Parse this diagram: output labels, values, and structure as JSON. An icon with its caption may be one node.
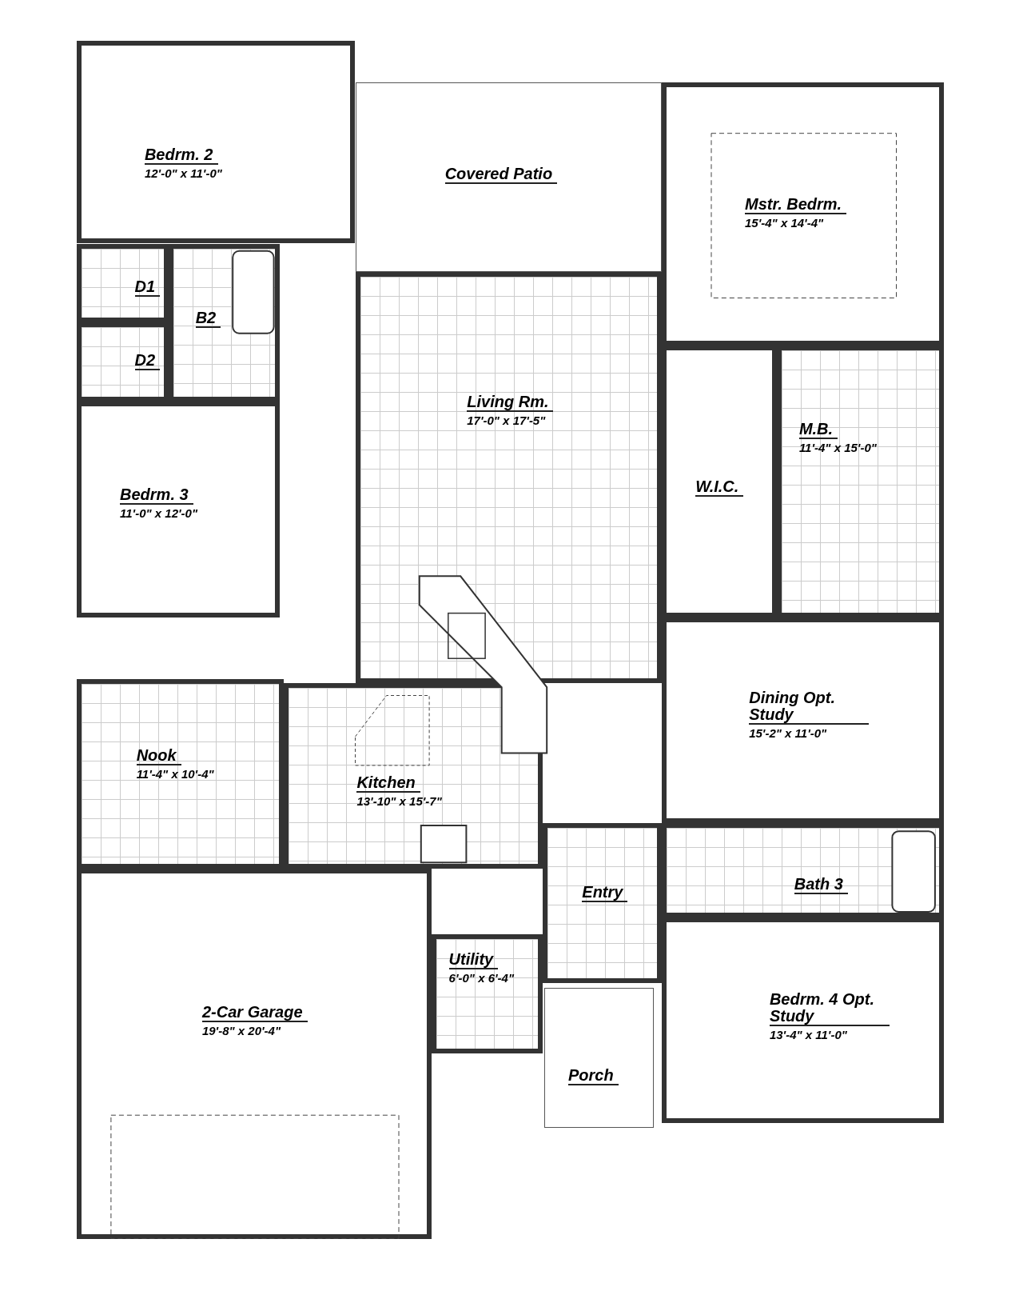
{
  "diagram": {
    "nodes": [
      {
        "text": [
          "Bedrm. 2",
          "12'-0\" x 11'-0\""
        ]
      },
      {
        "text": [
          "Covered Patio"
        ]
      },
      {
        "text": [
          "Mstr. Bedrm.",
          "15'-4\" x 14'-4\""
        ]
      },
      {
        "text": [
          "D1"
        ]
      },
      {
        "text": [
          "B2"
        ]
      },
      {
        "text": [
          "D2"
        ]
      },
      {
        "text": [
          "Living Rm.",
          "17'-0\" x 17'-5\""
        ]
      },
      {
        "text": [
          "M.B.",
          "11'-4\" x 15'-0\""
        ]
      },
      {
        "text": [
          "W.I.C."
        ]
      },
      {
        "text": [
          "Bedrm. 3",
          "11'-0\" x 12'-0\""
        ]
      },
      {
        "text": [
          "Dining Opt. Study",
          "15'-2\" x 11'-0\""
        ]
      },
      {
        "text": [
          "Nook",
          "11'-4\" x 10'-4\""
        ]
      },
      {
        "text": [
          "Kitchen",
          "13'-10\" x 15'-7\""
        ]
      },
      {
        "text": [
          "Entry"
        ]
      },
      {
        "text": [
          "Bath 3"
        ]
      },
      {
        "text": [
          "Utility",
          "6'-0\" x 6'-4\""
        ]
      },
      {
        "text": [
          "2-Car Garage",
          "19'-8\" x 20'-4\""
        ]
      },
      {
        "text": [
          "Bedrm. 4 Opt. Study",
          "13'-4\" x 11'-0\""
        ]
      },
      {
        "text": [
          "Porch"
        ]
      }
    ]
  }
}
